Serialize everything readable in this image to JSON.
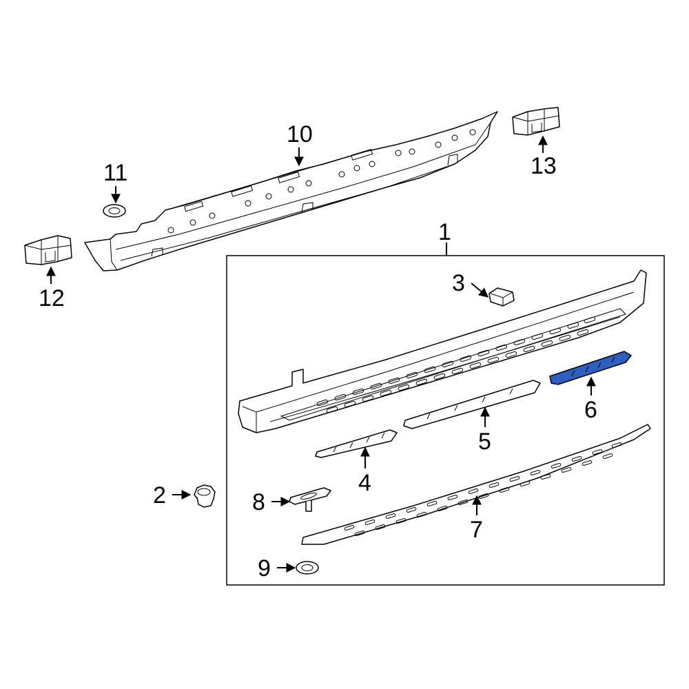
{
  "diagram": {
    "colors": {
      "line": "#000000",
      "part_fill": "#ffffff",
      "highlight_fill": "#2e5fbf",
      "background": "#ffffff"
    },
    "callouts": [
      {
        "id": "1",
        "label": "1"
      },
      {
        "id": "2",
        "label": "2"
      },
      {
        "id": "3",
        "label": "3"
      },
      {
        "id": "4",
        "label": "4"
      },
      {
        "id": "5",
        "label": "5"
      },
      {
        "id": "6",
        "label": "6"
      },
      {
        "id": "7",
        "label": "7"
      },
      {
        "id": "8",
        "label": "8"
      },
      {
        "id": "9",
        "label": "9"
      },
      {
        "id": "10",
        "label": "10"
      },
      {
        "id": "11",
        "label": "11"
      },
      {
        "id": "12",
        "label": "12"
      },
      {
        "id": "13",
        "label": "13"
      }
    ],
    "highlighted_part": "6"
  }
}
